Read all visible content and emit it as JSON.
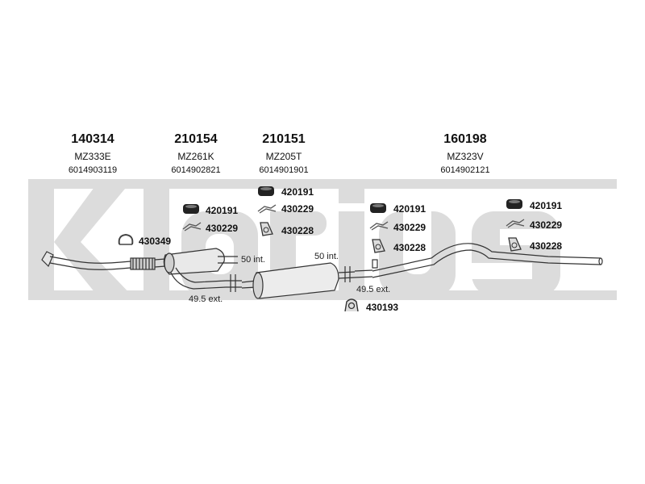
{
  "watermark": "klarius",
  "parts": [
    {
      "number": "140314",
      "code": "MZ333E",
      "oe": "6014903119"
    },
    {
      "number": "210154",
      "code": "MZ261K",
      "oe": "6014902821"
    },
    {
      "number": "210151",
      "code": "MZ205T",
      "oe": "6014901901"
    },
    {
      "number": "160198",
      "code": "MZ323V",
      "oe": "6014902121"
    }
  ],
  "fittings": {
    "g1": {
      "rubber": "420191",
      "bracket": "430229"
    },
    "g2": {
      "rubber": "420191",
      "bracket": "430229",
      "clamp": "430228"
    },
    "g3": {
      "rubber": "420191",
      "bracket": "430229",
      "clamp": "430228"
    },
    "g4": {
      "rubber": "420191",
      "bracket": "430229",
      "clamp": "430228"
    },
    "clamp_front": "430349",
    "bottom_clamp": "430193"
  },
  "notes": {
    "int1": "50 int.",
    "ext1": "49.5 ext.",
    "int2": "50 int.",
    "ext2": "49.5 ext."
  }
}
